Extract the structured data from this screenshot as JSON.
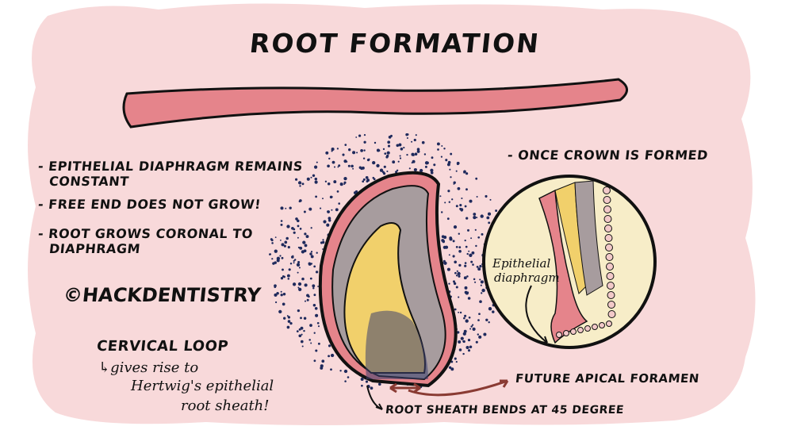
{
  "title": "ROOT FORMATION",
  "notes": [
    "- EPITHELIAL DIAPHRAGM REMAINS",
    "CONSTANT",
    "- FREE END DOES NOT GROW!",
    "- ROOT GROWS CORONAL TO",
    "DIAPHRAGM"
  ],
  "watermark": "©HACKDENTISTRY",
  "once_crown": "- ONCE CROWN IS FORMED",
  "cervical_loop": "CERVICAL LOOP",
  "gives_rise": [
    "↳gives rise to",
    "Hertwig's epithelial",
    "root sheath!"
  ],
  "zoom_label": [
    "Epithelial",
    "diaphragm"
  ],
  "future_apical": "FUTURE APICAL FORAMEN",
  "root_sheath_bends": "ROOT SHEATH BENDS AT 45 DEGREE",
  "colors": {
    "background_blob": "#f8d9da",
    "epithelium_pink": "#e5848b",
    "dentin_gray": "#a79c9e",
    "pulp_yellow": "#f1d06b",
    "dots_navy": "#1f2a5c",
    "zoom_circle": "#f7edc8",
    "arrow_brown": "#8a3b33"
  }
}
